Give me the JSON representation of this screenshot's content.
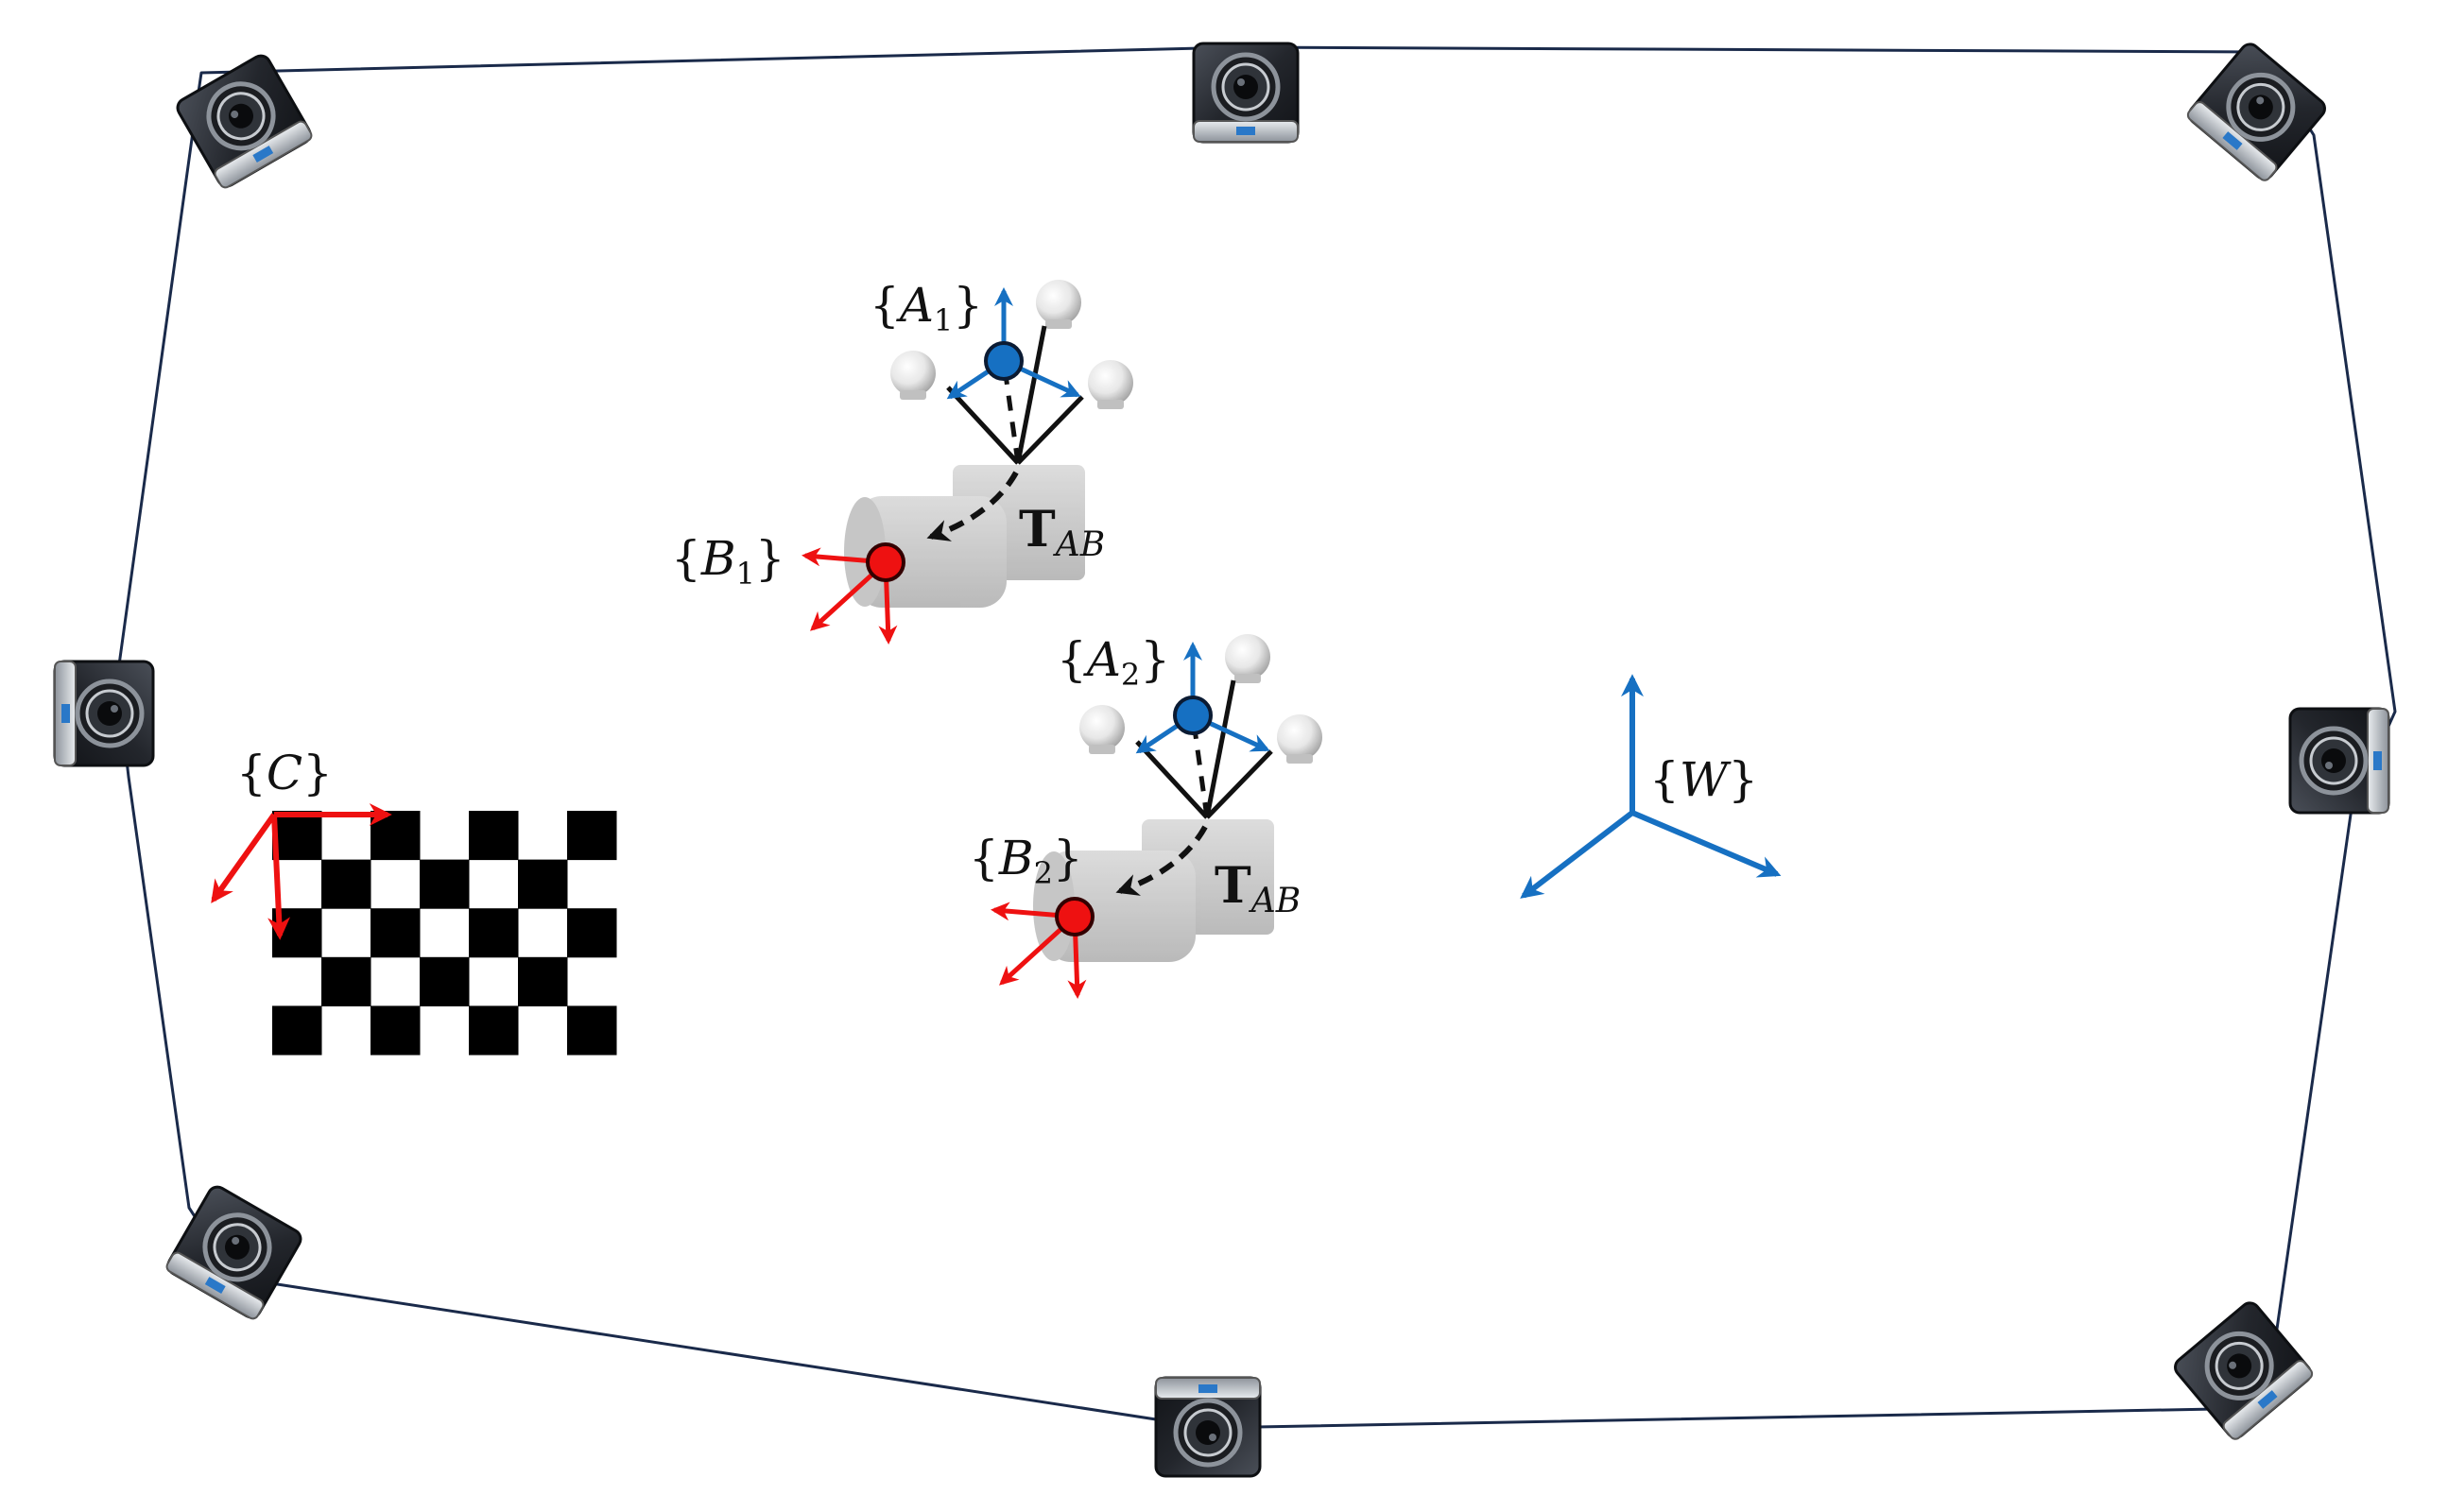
{
  "colors": {
    "world_axes": "#1670c2",
    "marker_axes": "#1670c2",
    "camera_axes": "#ee1111",
    "checker_axes": "#ee1111",
    "rig_line": "#1a2a4a",
    "marker_dot": "#1670c2",
    "camera_dot": "#ee1111"
  },
  "icons": {
    "mocap_camera": "mocap-camera-icon",
    "reflective_marker": "reflective-marker-icon",
    "tracked_camera": "tracked-camera-icon"
  },
  "frames": {
    "a1": {
      "base": "A",
      "sub": "1"
    },
    "b1": {
      "base": "B",
      "sub": "1"
    },
    "a2": {
      "base": "A",
      "sub": "2"
    },
    "b2": {
      "base": "B",
      "sub": "2"
    },
    "c": {
      "base": "C",
      "sub": ""
    },
    "w": {
      "base": "W",
      "sub": ""
    }
  },
  "transform": {
    "bold": "T",
    "sub": "AB"
  },
  "checkerboard": {
    "rows": 5,
    "cols": 7
  },
  "mocap_camera_count": 8
}
